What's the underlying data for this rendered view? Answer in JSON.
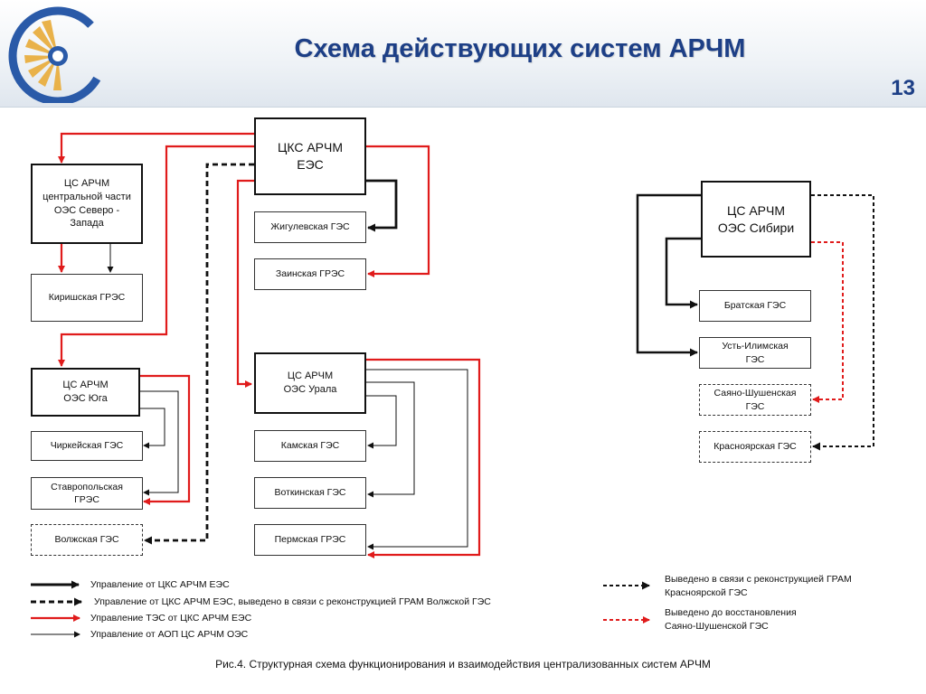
{
  "header": {
    "title": "Схема действующих систем АРЧМ",
    "page_number": "13"
  },
  "colors": {
    "control_red": "#e01b1b",
    "control_black": "#111111",
    "title_blue": "#1d3f86"
  },
  "nodes": {
    "cks_ees": "ЦКС АРЧМ\nЕЭС",
    "cs_nw": "ЦС АРЧМ\nцентральной части\nОЭС Северо -\nЗапада",
    "kirishi": "Киришская ГРЭС",
    "zhiguli": "Жигулевская ГЭС",
    "zainsk": "Заинская ГРЭС",
    "cs_south": "ЦС АРЧМ\nОЭС Юга",
    "chirkey": "Чиркейская ГЭС",
    "stavropol": "Ставропольская\nГРЭС",
    "volzhskaya": "Волжская ГЭС",
    "cs_ural": "ЦС АРЧМ\nОЭС Урала",
    "kama": "Камская ГЭС",
    "votkinsk": "Воткинская ГЭС",
    "perm": "Пермская ГРЭС",
    "cs_siberia": "ЦС АРЧМ\nОЭС Сибири",
    "bratsk": "Братская ГЭС",
    "ust_ilimsk": "Усть-Илимская\nГЭС",
    "sayano": "Саяно-Шушенская\nГЭС",
    "krasnoyarsk": "Красноярская ГЭС"
  },
  "legend": {
    "thick_black": "Управление от ЦКС АРЧМ ЕЭС",
    "thick_black_dashed": "Управление от ЦКС АРЧМ ЕЭС, выведено в связи с реконструкцией ГРАМ Волжской ГЭС",
    "red": "Управление ТЭС от ЦКС АРЧМ ЕЭС",
    "thin_black": "Управление от АОП ЦС АРЧМ ОЭС",
    "black_dotted": "Выведено в связи с реконструкцией ГРАМ\nКрасноярской ГЭС",
    "red_dotted": "Выведено до восстановления\nСаяно-Шушенской ГЭС"
  },
  "caption": "Рис.4. Структурная схема функционирования и взаимодействия централизованных систем АРЧМ"
}
